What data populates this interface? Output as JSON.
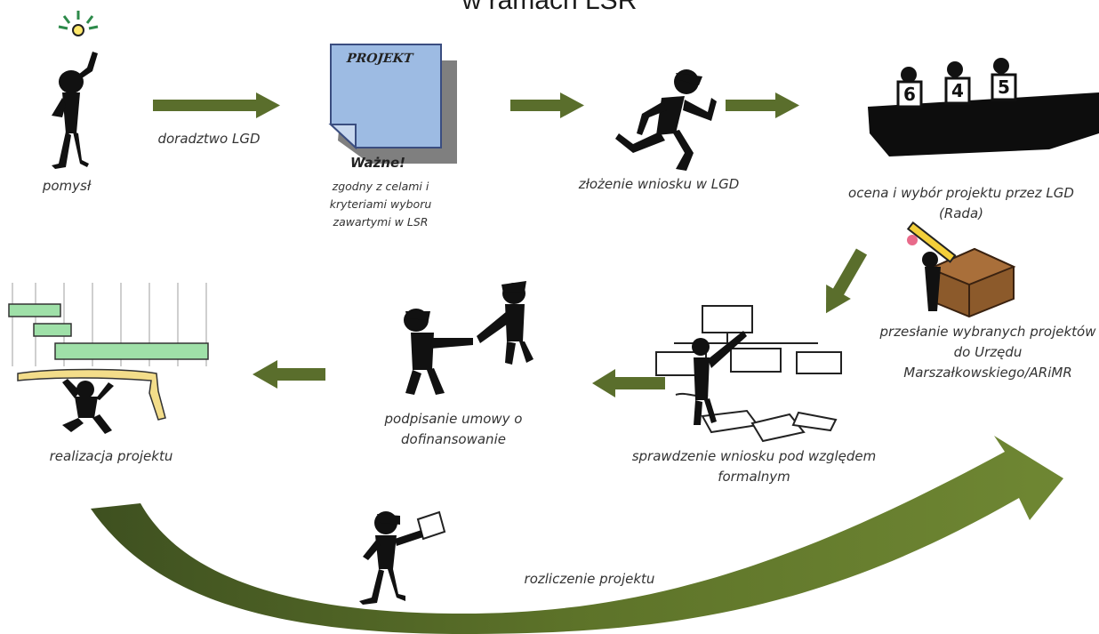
{
  "title": "w ramach LSR",
  "steps": {
    "idea": "pomysł",
    "advice": "doradztwo LGD",
    "project_title": "PROJEKT",
    "important_title": "Ważne!",
    "important_text": "zgodny z celami i kryteriami wyboru zawartymi w LSR",
    "submit": "złożenie wniosku w LGD",
    "evaluate": "ocena i wybór projektu przez LGD (Rada)",
    "send": "przesłanie wybranych projektów do Urzędu Marszałkowskiego/ARiMR",
    "check": "sprawdzenie wniosku pod względem formalnym",
    "sign": "podpisanie umowy o dofinansowanie",
    "realize": "realizacja projektu",
    "settle": "rozliczenie projektu"
  },
  "scores": [
    "6",
    "4",
    "5"
  ],
  "colors": {
    "arrow": "#5a6e2c",
    "note": "#9dbbe3",
    "bar": "#9fe0a8"
  }
}
